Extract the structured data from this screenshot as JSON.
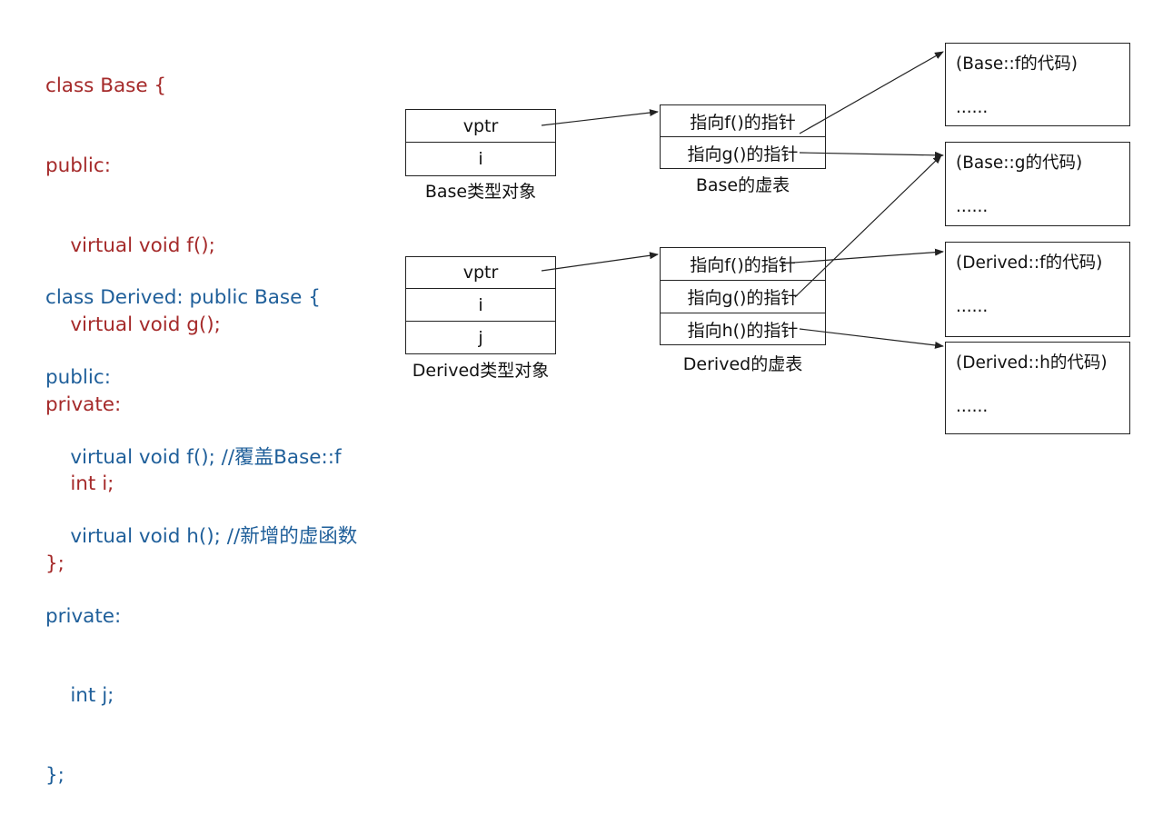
{
  "colors": {
    "base_code": "#a52a2a",
    "derived_code": "#1f5f9a",
    "line": "#222222"
  },
  "base_code": [
    "class Base {",
    "public:",
    "    virtual void f();",
    "    virtual void g();",
    "private:",
    "    int i;",
    "};"
  ],
  "derived_code": [
    "class Derived: public Base {",
    "public:",
    "    virtual void f(); //覆盖Base::f",
    "    virtual void h(); //新增的虚函数",
    "private:",
    "    int j;",
    "};"
  ],
  "base_object": {
    "cells": [
      "vptr",
      "i"
    ],
    "caption": "Base类型对象"
  },
  "base_vtable": {
    "cells": [
      "指向f()的指针",
      "指向g()的指针"
    ],
    "caption": "Base的虚表"
  },
  "derived_object": {
    "cells": [
      "vptr",
      "i",
      "j"
    ],
    "caption": "Derived类型对象"
  },
  "derived_vtable": {
    "cells": [
      "指向f()的指针",
      "指向g()的指针",
      "指向h()的指针"
    ],
    "caption": "Derived的虚表"
  },
  "code_blocks": [
    {
      "title": "(Base::f的代码)",
      "body": "......"
    },
    {
      "title": "(Base::g的代码)",
      "body": "......"
    },
    {
      "title": "(Derived::f的代码)",
      "body": "......"
    },
    {
      "title": "(Derived::h的代码)",
      "body": "......"
    }
  ]
}
